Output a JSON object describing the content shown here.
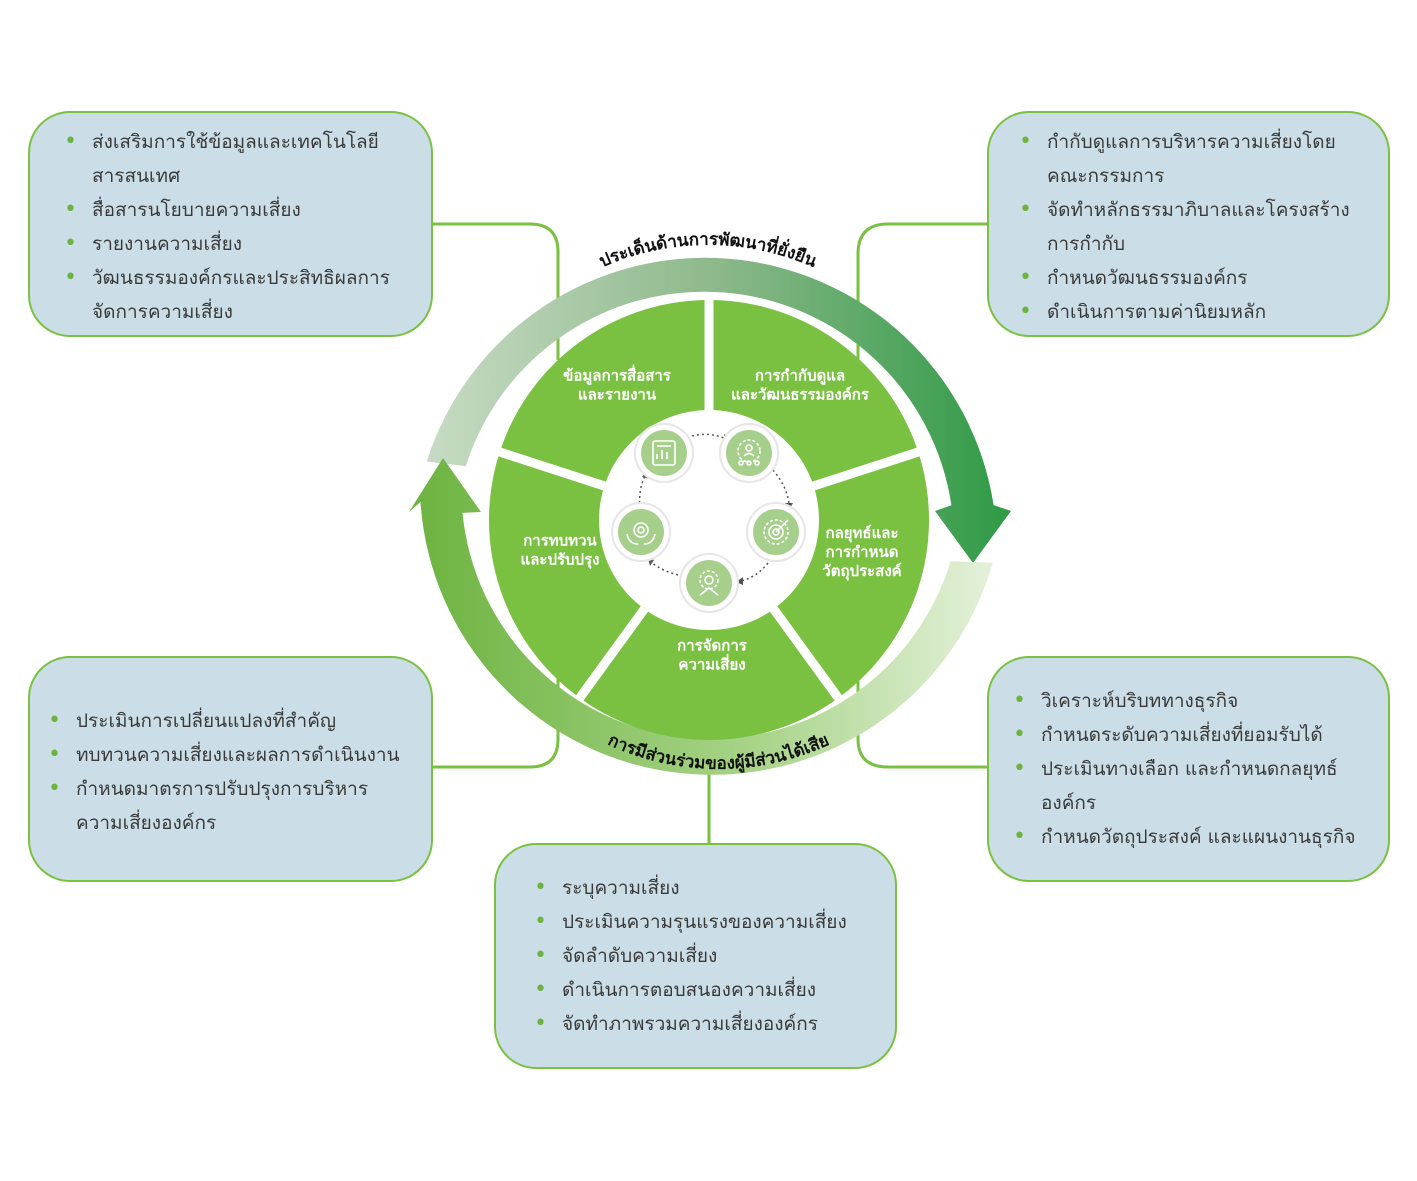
{
  "colors": {
    "segment": "#7ac142",
    "divider": "#ffffff",
    "box_fill": "#cbdee7",
    "box_border": "#7ac142",
    "ring_light": "#b8d4b0",
    "ring_dark": "#2e9a45"
  },
  "ring": {
    "top_label": "ประเด็นด้านการพัฒนาที่ยั่งยืน",
    "bottom_label": "การมีส่วนร่วมของผู้มีส่วนได้เสีย"
  },
  "segments": [
    {
      "id": "info",
      "label_lines": [
        "ข้อมูลการสื่อสาร",
        "และรายงาน"
      ],
      "icon": "report-icon"
    },
    {
      "id": "governance",
      "label_lines": [
        "การกำกับดูแล",
        "และวัฒนธรรมองค์กร"
      ],
      "icon": "people-gear-icon"
    },
    {
      "id": "strategy",
      "label_lines": [
        "กลยุทธ์และ",
        "การกำหนด",
        "วัตถุประสงค์"
      ],
      "icon": "target-gear-icon"
    },
    {
      "id": "risk",
      "label_lines": [
        "การจัดการ",
        "ความเสี่ยง"
      ],
      "icon": "gear-shield-icon"
    },
    {
      "id": "review",
      "label_lines": [
        "การทบทวน",
        "และปรับปรุง"
      ],
      "icon": "hands-target-icon"
    }
  ],
  "boxes": {
    "top_left": [
      "ส่งเสริมการใช้ข้อมูลและเทคโนโลยีสารสนเทศ",
      "สื่อสารนโยบายความเสี่ยง",
      "รายงานความเสี่ยง",
      "วัฒนธรรมองค์กรและประสิทธิผลการจัดการความเสี่ยง"
    ],
    "top_right": [
      "กำกับดูแลการบริหารความเสี่ยงโดยคณะกรรมการ",
      "จัดทำหลักธรรมาภิบาลและโครงสร้างการกำกับ",
      "กำหนดวัฒนธรรมองค์กร",
      "ดำเนินการตามค่านิยมหลัก"
    ],
    "bottom_left": [
      "ประเมินการเปลี่ยนแปลงที่สำคัญ",
      "ทบทวนความเสี่ยงและผลการดำเนินงาน",
      "กำหนดมาตรการปรับปรุงการบริหารความเสี่ยงองค์กร"
    ],
    "bottom_right": [
      "วิเคราะห์บริบททางธุรกิจ",
      "กำหนดระดับความเสี่ยงที่ยอมรับได้",
      "ประเมินทางเลือก และกำหนดกลยุทธ์องค์กร",
      "กำหนดวัตถุประสงค์ และแผนงานธุรกิจ"
    ],
    "bottom_center": [
      "ระบุความเสี่ยง",
      "ประเมินความรุนแรงของความเสี่ยง",
      "จัดลำดับความเสี่ยง",
      "ดำเนินการตอบสนองความเสี่ยง",
      "จัดทำภาพรวมความเสี่ยงองค์กร"
    ]
  }
}
